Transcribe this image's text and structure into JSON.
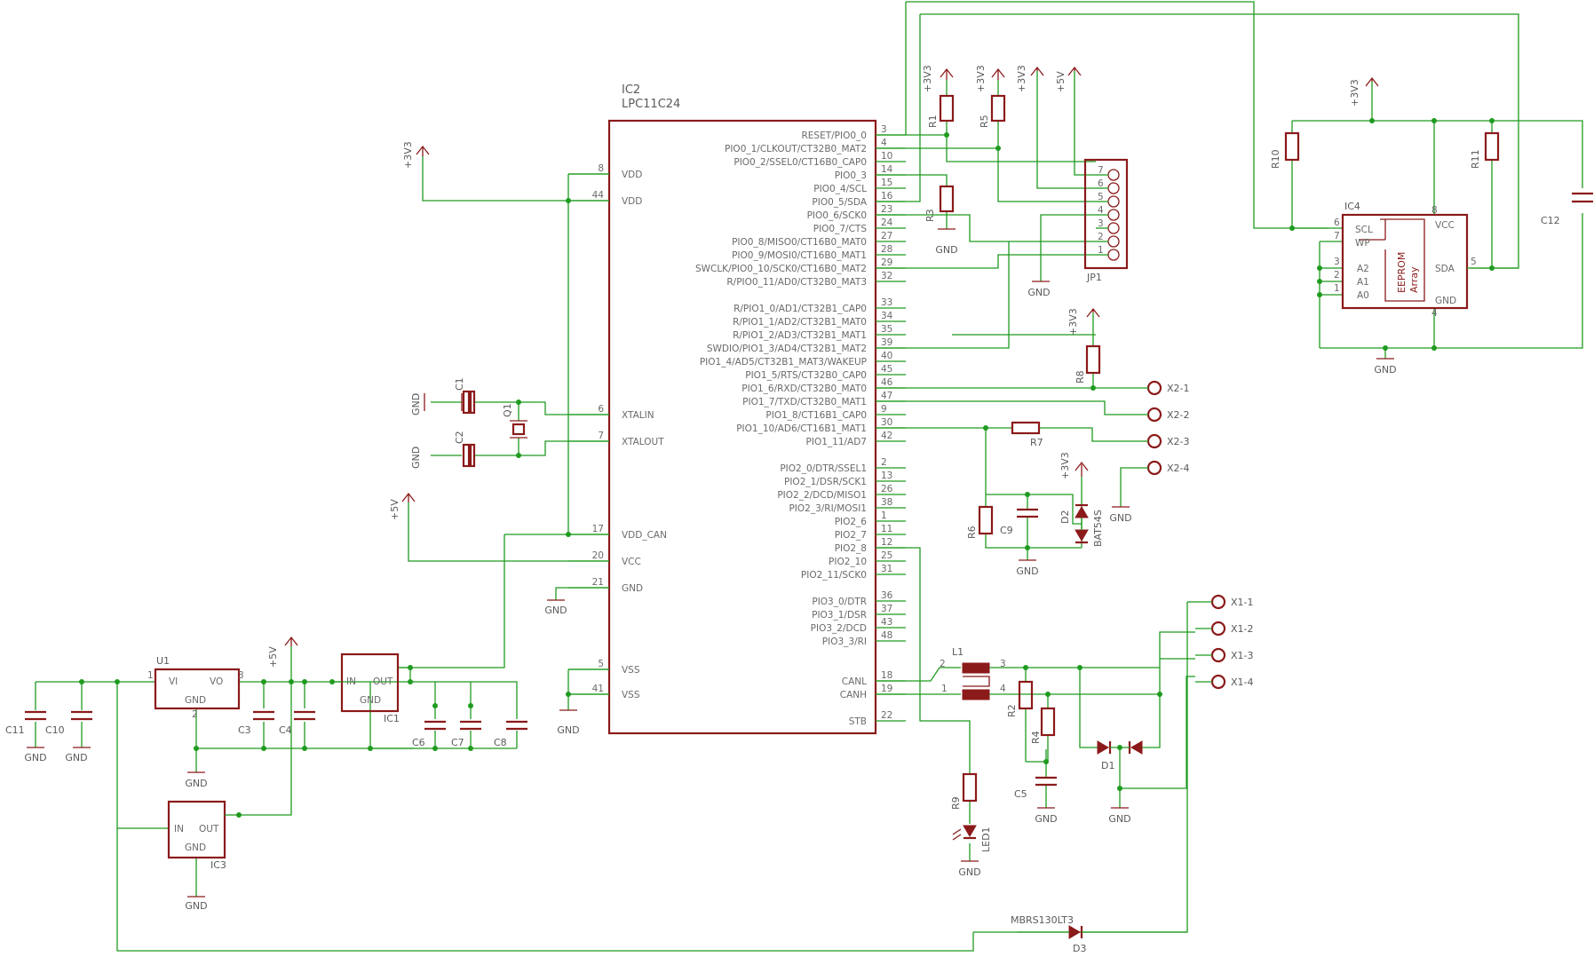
{
  "ic2": {
    "name": "IC2",
    "value": "LPC11C24",
    "left_pins": [
      {
        "num": "8",
        "label": "VDD"
      },
      {
        "num": "44",
        "label": "VDD"
      },
      {
        "num": "6",
        "label": "XTALIN"
      },
      {
        "num": "7",
        "label": "XTALOUT"
      },
      {
        "num": "17",
        "label": "VDD_CAN"
      },
      {
        "num": "20",
        "label": "VCC"
      },
      {
        "num": "21",
        "label": "GND"
      },
      {
        "num": "5",
        "label": "VSS"
      },
      {
        "num": "41",
        "label": "VSS"
      }
    ],
    "right_pins": [
      {
        "num": "3",
        "label": "RESET/PIO0_0"
      },
      {
        "num": "4",
        "label": "PIO0_1/CLKOUT/CT32B0_MAT2"
      },
      {
        "num": "10",
        "label": "PIO0_2/SSEL0/CT16B0_CAP0"
      },
      {
        "num": "14",
        "label": "PIO0_3"
      },
      {
        "num": "15",
        "label": "PIO0_4/SCL"
      },
      {
        "num": "16",
        "label": "PIO0_5/SDA"
      },
      {
        "num": "23",
        "label": "PIO0_6/SCK0"
      },
      {
        "num": "24",
        "label": "PIO0_7/CTS"
      },
      {
        "num": "27",
        "label": "PIO0_8/MISO0/CT16B0_MAT0"
      },
      {
        "num": "28",
        "label": "PIO0_9/MOSI0/CT16B0_MAT1"
      },
      {
        "num": "29",
        "label": "SWCLK/PIO0_10/SCK0/CT16B0_MAT2"
      },
      {
        "num": "32",
        "label": "R/PIO0_11/AD0/CT32B0_MAT3"
      },
      {
        "num": "33",
        "label": "R/PIO1_0/AD1/CT32B1_CAP0"
      },
      {
        "num": "34",
        "label": "R/PIO1_1/AD2/CT32B1_MAT0"
      },
      {
        "num": "35",
        "label": "R/PIO1_2/AD3/CT32B1_MAT1"
      },
      {
        "num": "39",
        "label": "SWDIO/PIO1_3/AD4/CT32B1_MAT2"
      },
      {
        "num": "40",
        "label": "PIO1_4/AD5/CT32B1_MAT3/WAKEUP"
      },
      {
        "num": "45",
        "label": "PIO1_5/RTS/CT32B0_CAP0"
      },
      {
        "num": "46",
        "label": "PIO1_6/RXD/CT32B0_MAT0"
      },
      {
        "num": "47",
        "label": "PIO1_7/TXD/CT32B0_MAT1"
      },
      {
        "num": "9",
        "label": "PIO1_8/CT16B1_CAP0"
      },
      {
        "num": "30",
        "label": "PIO1_10/AD6/CT16B1_MAT1"
      },
      {
        "num": "42",
        "label": "PIO1_11/AD7"
      },
      {
        "num": "2",
        "label": "PIO2_0/DTR/SSEL1"
      },
      {
        "num": "13",
        "label": "PIO2_1/DSR/SCK1"
      },
      {
        "num": "26",
        "label": "PIO2_2/DCD/MISO1"
      },
      {
        "num": "38",
        "label": "PIO2_3/RI/MOSI1"
      },
      {
        "num": "1",
        "label": "PIO2_6"
      },
      {
        "num": "11",
        "label": "PIO2_7"
      },
      {
        "num": "12",
        "label": "PIO2_8"
      },
      {
        "num": "25",
        "label": "PIO2_10"
      },
      {
        "num": "31",
        "label": "PIO2_11/SCK0"
      },
      {
        "num": "36",
        "label": "PIO3_0/DTR"
      },
      {
        "num": "37",
        "label": "PIO3_1/DSR"
      },
      {
        "num": "43",
        "label": "PIO3_2/DCD"
      },
      {
        "num": "48",
        "label": "PIO3_3/RI"
      },
      {
        "num": "18",
        "label": "CANL"
      },
      {
        "num": "19",
        "label": "CANH"
      },
      {
        "num": "22",
        "label": "STB"
      }
    ]
  },
  "ic4": {
    "name": "IC4",
    "pins": {
      "scl": "SCL",
      "wp": "WP",
      "a2": "A2",
      "a1": "A1",
      "a0": "A0",
      "vcc": "VCC",
      "sda": "SDA",
      "gnd": "GND"
    },
    "nums": {
      "scl": "6",
      "wp": "7",
      "a2": "3",
      "a1": "2",
      "a0": "1",
      "vcc": "8",
      "sda": "5",
      "gnd": "4"
    },
    "array1": "EEPROM",
    "array2": "Array"
  },
  "jp1": {
    "name": "JP1",
    "pins": [
      "7",
      "6",
      "5",
      "4",
      "3",
      "2",
      "1"
    ]
  },
  "u1": {
    "name": "U1",
    "vi": "VI",
    "vo": "VO",
    "gnd": "GND",
    "p1": "1",
    "p2": "2",
    "p3": "3"
  },
  "ic1": {
    "name": "IC1",
    "in": "IN",
    "out": "OUT",
    "gnd": "GND"
  },
  "ic3": {
    "name": "IC3",
    "in": "IN",
    "out": "OUT",
    "gnd": "GND"
  },
  "l1": {
    "name": "L1",
    "p1": "1",
    "p2": "2",
    "p3": "3",
    "p4": "4"
  },
  "supplies": {
    "v33": "+3V3",
    "v5": "+5V",
    "gnd": "GND"
  },
  "connectors": [
    "X2-1",
    "X2-2",
    "X2-3",
    "X2-4",
    "X1-1",
    "X1-2",
    "X1-3",
    "X1-4"
  ],
  "parts": {
    "R1": "R1",
    "R2": "R2",
    "R3": "R3",
    "R4": "R4",
    "R5": "R5",
    "R6": "R6",
    "R7": "R7",
    "R8": "R8",
    "R9": "R9",
    "R10": "R10",
    "R11": "R11",
    "C1": "C1",
    "C2": "C2",
    "C3": "C3",
    "C4": "C4",
    "C5": "C5",
    "C6": "C6",
    "C7": "C7",
    "C8": "C8",
    "C9": "C9",
    "C10": "C10",
    "C11": "C11",
    "C12": "C12",
    "Q1": "Q1",
    "D1": "D1",
    "D2": "D2",
    "D3": "D3",
    "LED1": "LED1",
    "BAT54S": "BAT54S",
    "MBRS130": "MBRS130LT3"
  }
}
